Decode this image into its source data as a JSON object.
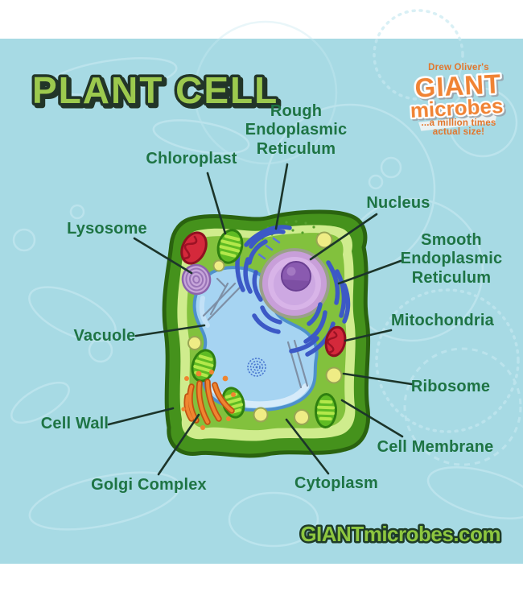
{
  "title": "PLANT CELL",
  "logo": {
    "attribution": "Drew Oliver's",
    "brand_line1": "GIANT",
    "brand_line2": "microbes",
    "tagline_line1": "...a million times",
    "tagline_line2": "actual size!"
  },
  "footer": {
    "website": "GIANTmicrobes.com"
  },
  "diagram": {
    "labels": {
      "chloroplast": "Chloroplast",
      "rough_er": [
        "Rough",
        "Endoplasmic",
        "Reticulum"
      ],
      "nucleus": "Nucleus",
      "smooth_er": [
        "Smooth",
        "Endoplasmic",
        "Reticulum"
      ],
      "mitochondria": "Mitochondria",
      "ribosome": "Ribosome",
      "cell_membrane": "Cell Membrane",
      "cytoplasm": "Cytoplasm",
      "golgi_complex": "Golgi Complex",
      "cell_wall": "Cell Wall",
      "lysosome": "Lysosome",
      "vacuole": "Vacuole"
    }
  },
  "colors": {
    "background_blue": "#a7dae4",
    "label_green": "#1e7444",
    "title_fill": "#9cc94e",
    "title_outline": "#223528",
    "brand_orange": "#f08334",
    "website_green": "#8dc63f",
    "cell_wall_green": "#45921c",
    "membrane_band": "#cfec8d",
    "cytoplasm_green": "#82c13d",
    "vacuole_blue": "#a6d4f2",
    "nucleus_purple": "#c89fd9",
    "nucleolus_purple": "#8a5ab0",
    "er_blue": "#3c59c6",
    "mitochondria_red": "#d4293b",
    "chloroplast_green": "#5fbb23",
    "golgi_orange": "#ef8530",
    "ribosome_yellow": "#efec85",
    "lysosome_lavender": "#c7a6da"
  }
}
